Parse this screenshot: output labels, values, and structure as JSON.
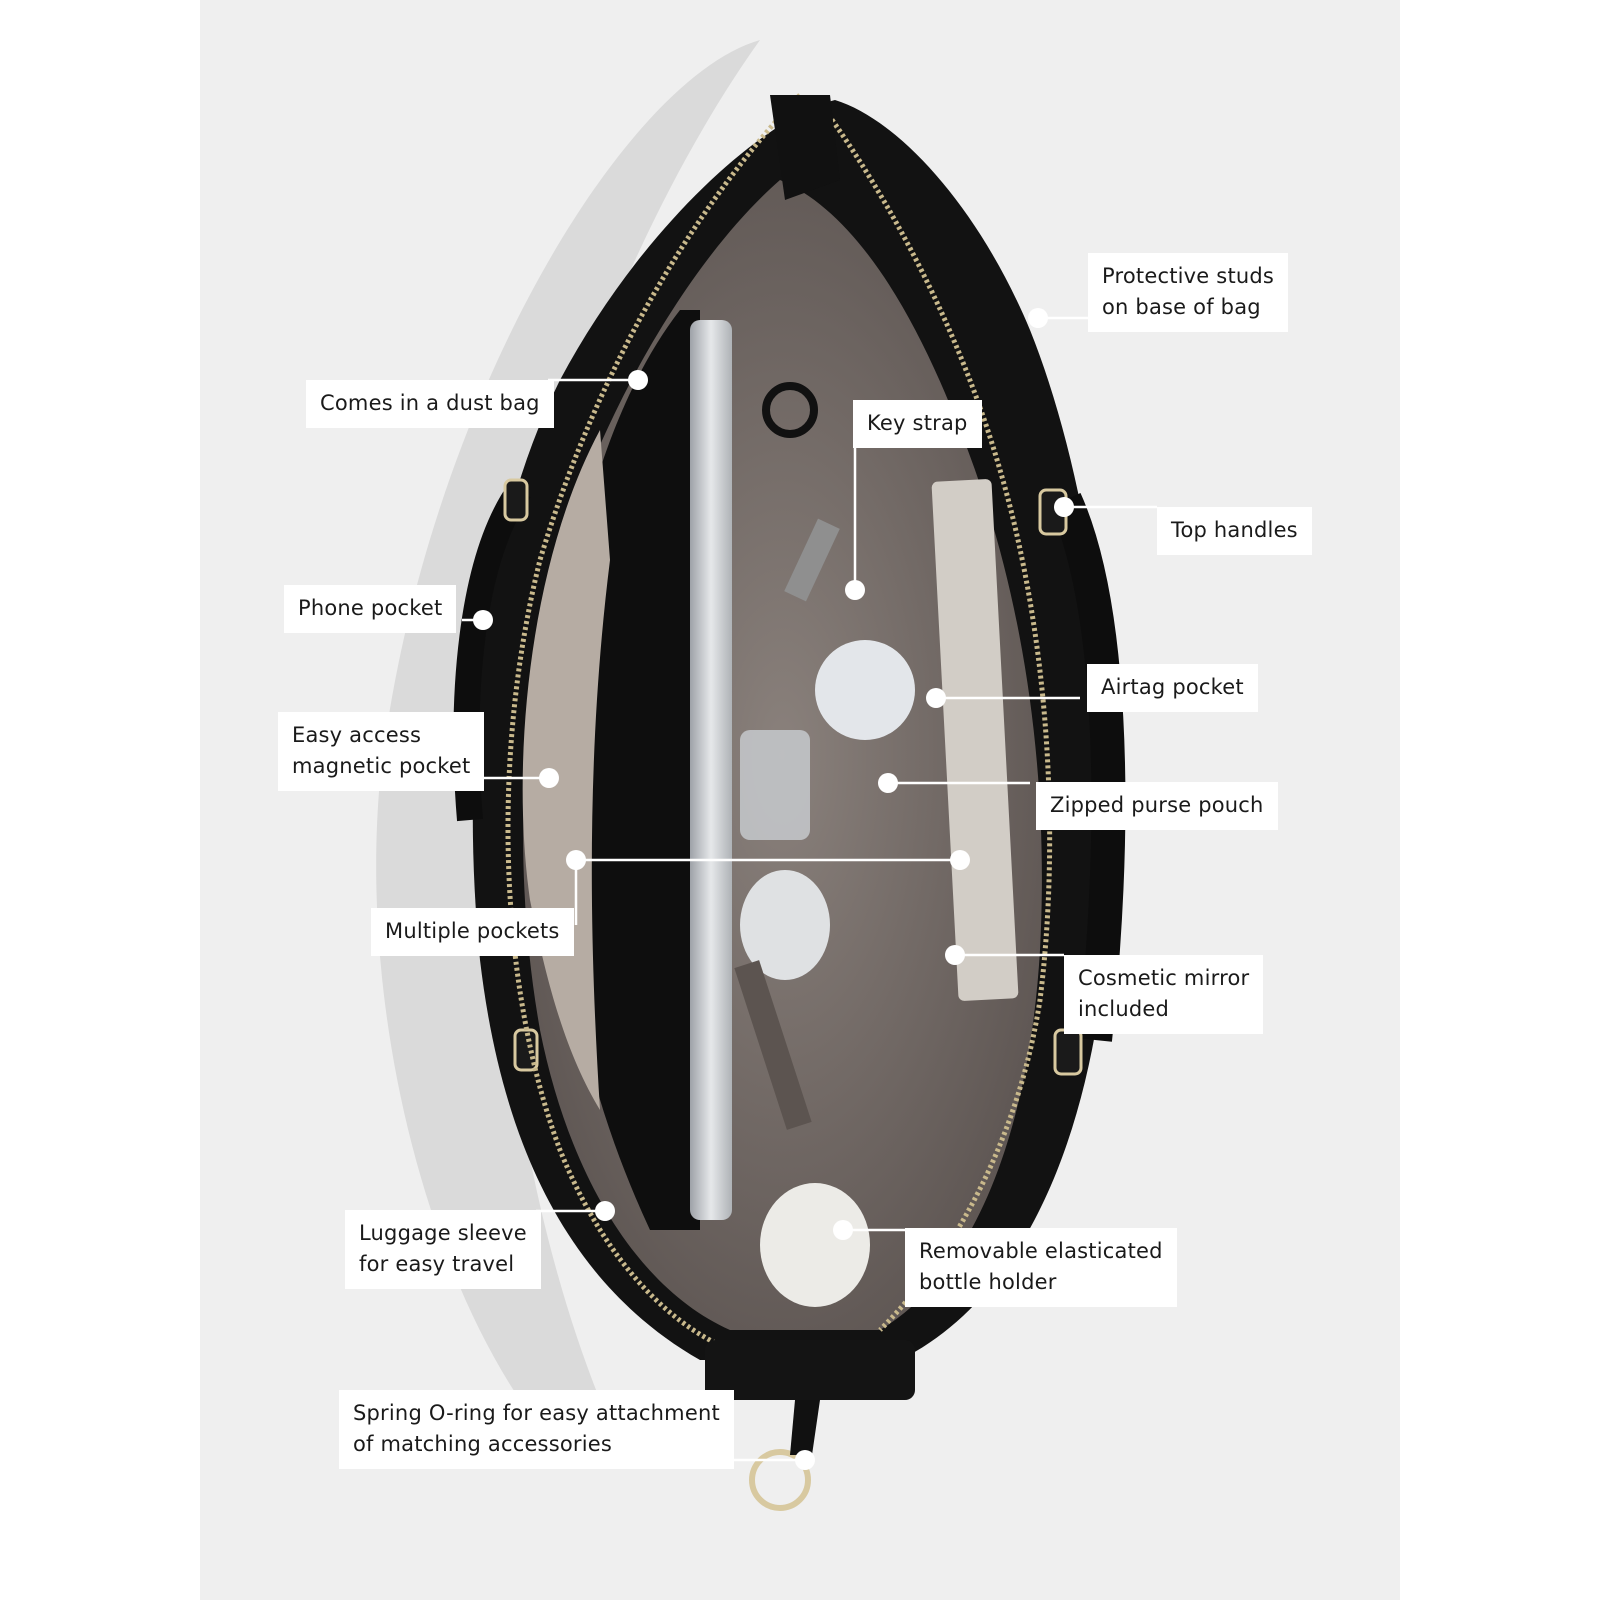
{
  "colors": {
    "background": "#efefef",
    "bag_leather": "#111111",
    "lining": "#7d7470",
    "label_bg": "#ffffff",
    "label_text": "#1a1a1a",
    "leader_line": "#ffffff",
    "hardware_gold": "#d8c9a0"
  },
  "callouts": {
    "protective_studs": [
      "Protective studs",
      "on base of bag"
    ],
    "dust_bag": [
      "Comes in a dust bag"
    ],
    "key_strap": [
      "Key strap"
    ],
    "top_handles": [
      "Top handles"
    ],
    "phone_pocket": [
      "Phone pocket"
    ],
    "airtag_pocket": [
      "Airtag pocket"
    ],
    "magnetic_pocket": [
      "Easy access",
      "magnetic pocket"
    ],
    "zipped_pouch": [
      "Zipped purse pouch"
    ],
    "multiple_pockets": [
      "Multiple pockets"
    ],
    "cosmetic_mirror": [
      "Cosmetic mirror",
      "included"
    ],
    "luggage_sleeve": [
      "Luggage sleeve",
      "for easy travel"
    ],
    "bottle_holder": [
      "Removable elasticated",
      "bottle holder"
    ],
    "o_ring": [
      "Spring O-ring for easy attachment",
      "of matching accessories"
    ]
  }
}
